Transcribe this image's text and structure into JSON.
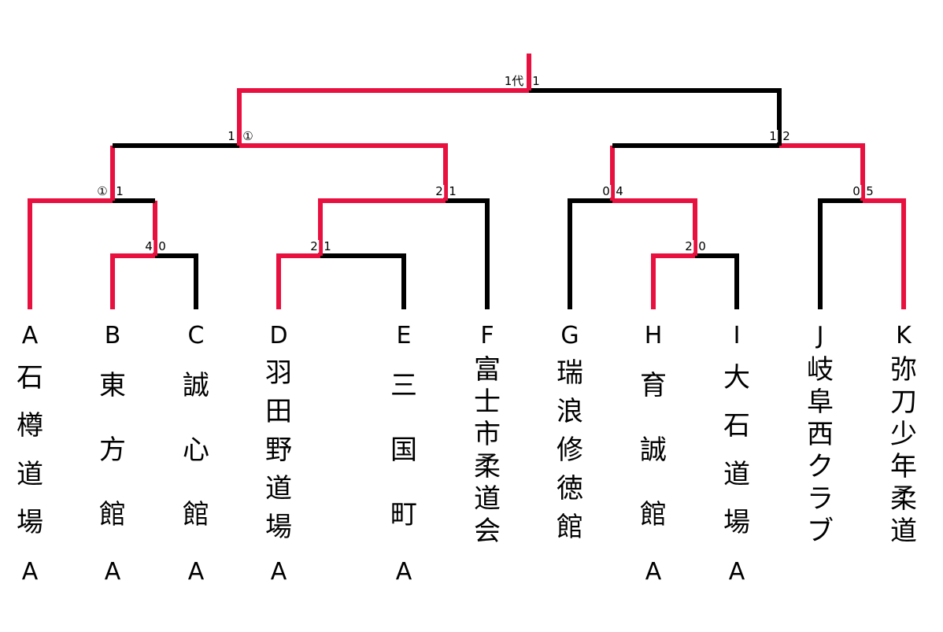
{
  "teams": [
    {
      "letter": "A",
      "name": "石樽道場",
      "suffix": "A"
    },
    {
      "letter": "B",
      "name": "東方館",
      "suffix": "A"
    },
    {
      "letter": "C",
      "name": "誠心館",
      "suffix": "A"
    },
    {
      "letter": "D",
      "name": "羽田野道場",
      "suffix": "A"
    },
    {
      "letter": "E",
      "name": "三国町",
      "suffix": "A"
    },
    {
      "letter": "F",
      "name": "富士市柔道会",
      "suffix": ""
    },
    {
      "letter": "G",
      "name": "瑞浪修徳館",
      "suffix": ""
    },
    {
      "letter": "H",
      "name": "育誠館",
      "suffix": "A"
    },
    {
      "letter": "I",
      "name": "大石道場",
      "suffix": "A"
    },
    {
      "letter": "J",
      "name": "岐阜西クラブ",
      "suffix": ""
    },
    {
      "letter": "K",
      "name": "弥刀少年柔道",
      "suffix": ""
    }
  ],
  "matches": {
    "bc": {
      "left": "4",
      "right": "0"
    },
    "de": {
      "left": "2",
      "right": "1"
    },
    "hi": {
      "left": "2",
      "right": "0"
    },
    "abc": {
      "left": "①",
      "right": "1"
    },
    "def": {
      "left": "2",
      "right": "1"
    },
    "ghi": {
      "left": "0",
      "right": "4"
    },
    "jk": {
      "left": "0",
      "right": "5"
    },
    "semi_left": {
      "left": "1",
      "right": "①"
    },
    "semi_right": {
      "left": "1",
      "right": "2"
    },
    "final": {
      "left": "1代",
      "right": "1"
    }
  },
  "colors": {
    "winner": "#e8103f",
    "loser": "#000000"
  }
}
